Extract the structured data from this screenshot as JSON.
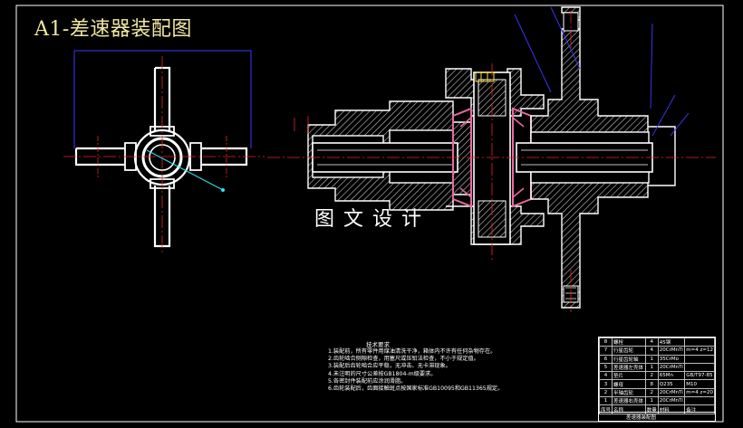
{
  "drawing": {
    "title": "A1-差速器装配图",
    "watermark": "图文设计",
    "colors": {
      "background": "#000000",
      "frame": "#ffffff",
      "part_outline": "#ffffff",
      "centerline": "#e8261f",
      "hatch": "#ffffff",
      "dimension_line": "#3a3aff",
      "dimension_cyan": "#2fe0f0",
      "gear_pink": "#e86aa0",
      "title_text": "#f0e6a0",
      "yellow_detail": "#ffe040"
    }
  },
  "notes": {
    "heading": "技术要求",
    "items": [
      "1.装配前，所有零件用煤油清洗干净，箱体内不许有任何杂物存在。",
      "2.齿轮啮合侧隙检查，用塞尺或压铅法检查，不小于规定值。",
      "3.装配后齿轮啮合应平稳，无冲击、无卡滞现象。",
      "4.未注明的尺寸公差按GB1804-m级要求。",
      "5.各密封件装配前应涂润滑脂。",
      "6.齿轮装配后，齿面接触斑点按国家标准GB10095和GB11365规定。"
    ]
  },
  "bom": {
    "rows": [
      [
        "8",
        "螺栓",
        "4",
        "45钢",
        ""
      ],
      [
        "7",
        "行星齿轮",
        "4",
        "20CrMnTi",
        "m=4 z=12"
      ],
      [
        "6",
        "行星齿轮轴",
        "1",
        "35CrMo",
        ""
      ],
      [
        "5",
        "差速器左壳体",
        "1",
        "20CrMnTi",
        ""
      ],
      [
        "4",
        "垫片",
        "2",
        "65Mn",
        "GB/T97-85"
      ],
      [
        "3",
        "螺母",
        "8",
        "Q235",
        "M10"
      ],
      [
        "2",
        "半轴齿轮",
        "2",
        "20CrMnTi",
        "m=4 z=20"
      ],
      [
        "1",
        "差速器右壳体",
        "1",
        "20CrMnTi",
        ""
      ]
    ],
    "header": [
      "序号",
      "名称",
      "数量",
      "材料",
      "备注"
    ],
    "footer": "差速器装配图"
  }
}
